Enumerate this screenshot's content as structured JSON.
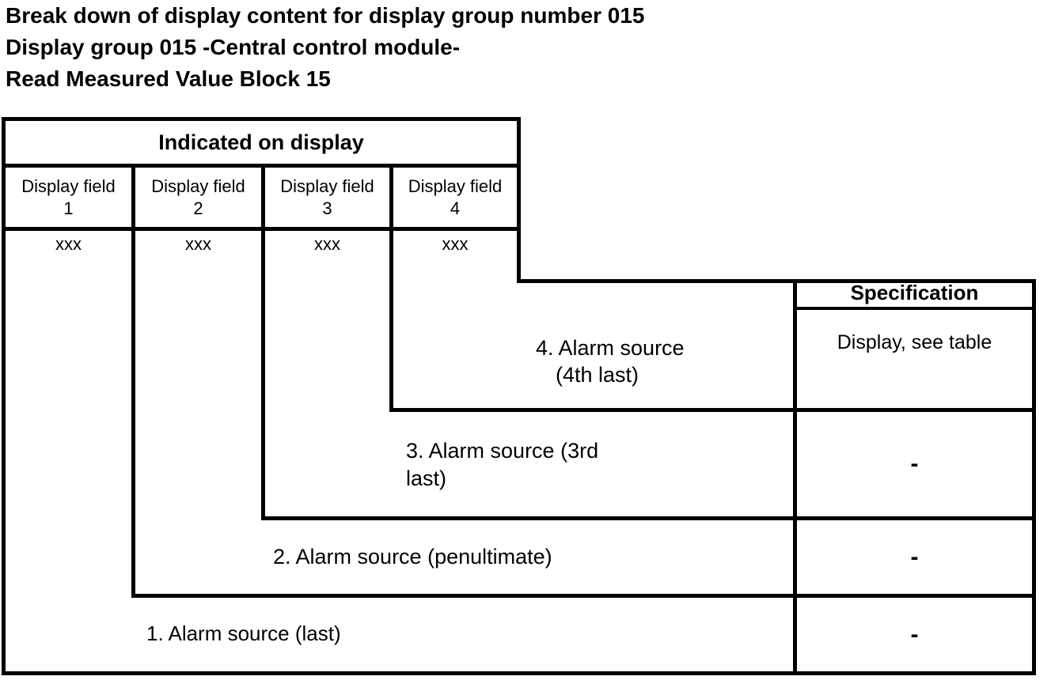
{
  "header": {
    "line1": "Break down of display content for display group number 015",
    "line2": "Display group 015 -Central control module-",
    "line3": "Read Measured Value Block 15"
  },
  "table": {
    "indicated_header": "Indicated on display",
    "spec_header": "Specification",
    "columns": [
      {
        "label": "Display field",
        "number": "1",
        "value": "xxx"
      },
      {
        "label": "Display field",
        "number": "2",
        "value": "xxx"
      },
      {
        "label": "Display field",
        "number": "3",
        "value": "xxx"
      },
      {
        "label": "Display field",
        "number": "4",
        "value": "xxx"
      }
    ],
    "rows": [
      {
        "label_line1": "4. Alarm source",
        "label_line2": "(4th last)",
        "specification": "Display, see table"
      },
      {
        "label_line1": "3. Alarm source (3rd",
        "label_line2": "last)",
        "specification": "-"
      },
      {
        "label_line1": "2. Alarm source (penultimate)",
        "label_line2": "",
        "specification": "-"
      },
      {
        "label_line1": "1. Alarm source (last)",
        "label_line2": "",
        "specification": "-"
      }
    ]
  },
  "colors": {
    "line": "#000000",
    "text": "#000000",
    "background": "#ffffff"
  }
}
